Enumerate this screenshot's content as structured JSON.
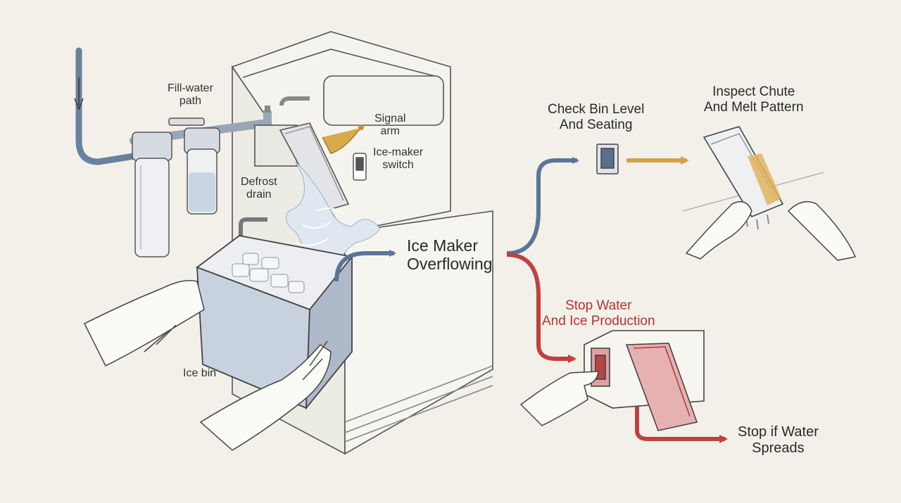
{
  "labels": {
    "fill_water_path": [
      "Fill-water",
      "path"
    ],
    "signal_arm": [
      "Signal",
      "arm"
    ],
    "ice_maker_switch": [
      "Ice-maker",
      "switch"
    ],
    "defrost_drain": [
      "Defrost",
      "drain"
    ],
    "ice_bin": "Ice bin"
  },
  "flow": {
    "center": [
      "Ice Maker",
      "Overflowing"
    ],
    "check_bin": [
      "Check Bin Level",
      "And Seating"
    ],
    "inspect_chute": [
      "Inspect Chute",
      "And Melt Pattern"
    ],
    "stop_water": [
      "Stop Water",
      "And Ice Production"
    ],
    "stop_spread": [
      "Stop if Water",
      "Spreads"
    ]
  },
  "colors": {
    "background": "#f2f0e9",
    "ink": "#3a3a3a",
    "blue_arrow": "#5b7598",
    "orange_arrow": "#d4a24a",
    "red_arrow": "#c04040",
    "stop_red_text": "#b83232"
  }
}
